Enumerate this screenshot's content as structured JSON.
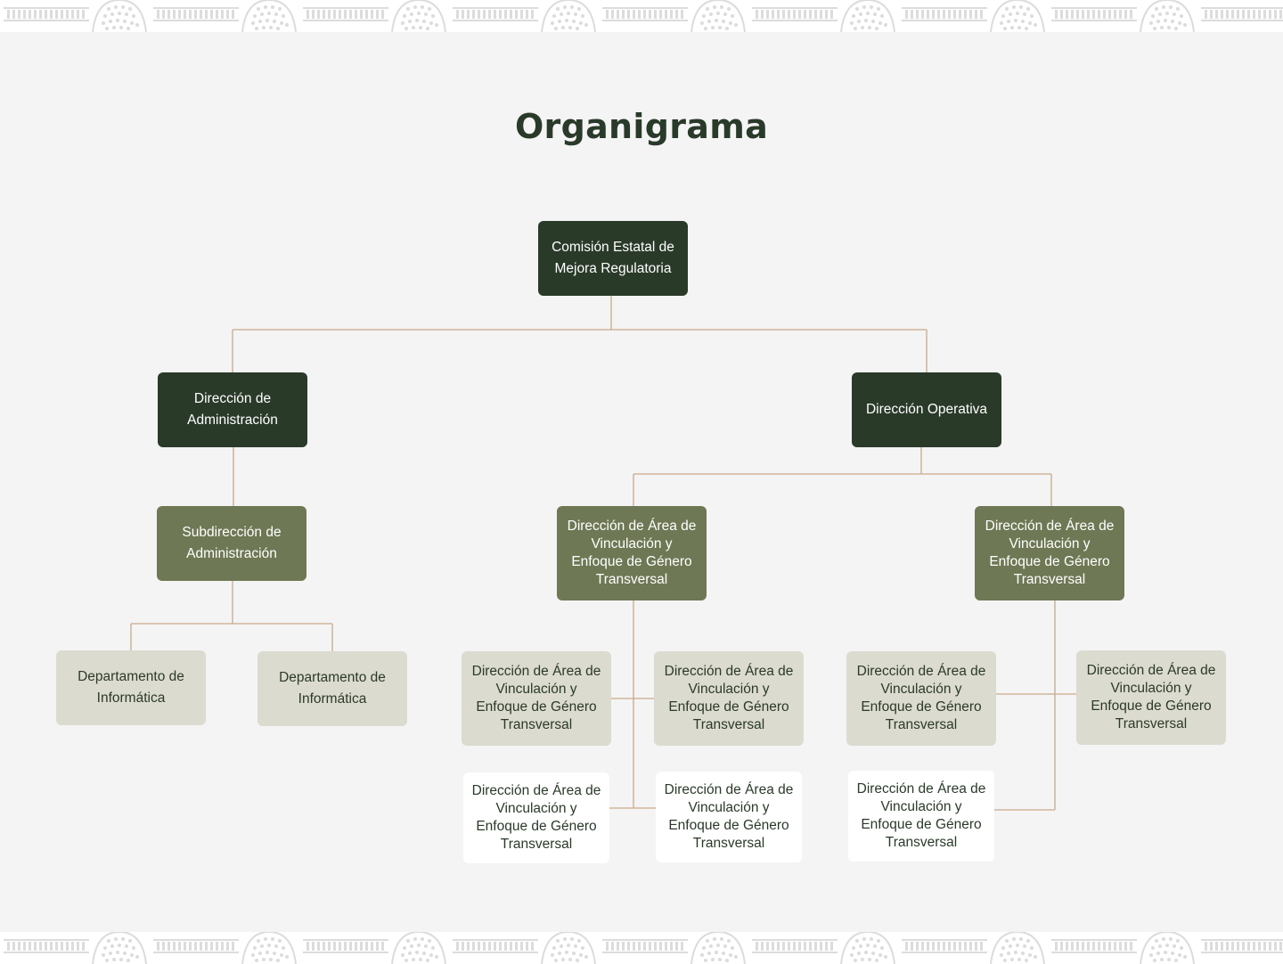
{
  "title": "Organigrama",
  "colors": {
    "background": "#f4f4f4",
    "dark_green": "#2a3a29",
    "olive_green": "#6e7854",
    "beige": "#dcdbd0",
    "connector": "#c9a98a"
  },
  "nodes": {
    "root": "Comisión Estatal de Mejora Regulatoria",
    "admin": "Dirección de Administración",
    "operativa": "Dirección Operativa",
    "sub_admin": "Subdirección de Administración",
    "depto_1": "Departamento de Informática",
    "depto_2": "Departamento de Informática",
    "area_left": "Dirección de Área de Vinculación y Enfoque de Género Transversal",
    "area_right": "Dirección de Área de Vinculación y Enfoque de Género Transversal",
    "sub_l1": "Dirección de Área de Vinculación y Enfoque de Género Transversal",
    "sub_l2": "Dirección de Área de Vinculación y Enfoque de Género Transversal",
    "sub_l3": "Dirección de Área de Vinculación y Enfoque de Género Transversal",
    "sub_l4": "Dirección de Área de Vinculación y Enfoque de Género Transversal",
    "sub_r1": "Dirección de Área de Vinculación y Enfoque de Género Transversal",
    "sub_r2": "Dirección de Área de Vinculación y Enfoque de Género Transversal",
    "sub_r3": "Dirección de Área de Vinculación y Enfoque de Género Transversal"
  }
}
